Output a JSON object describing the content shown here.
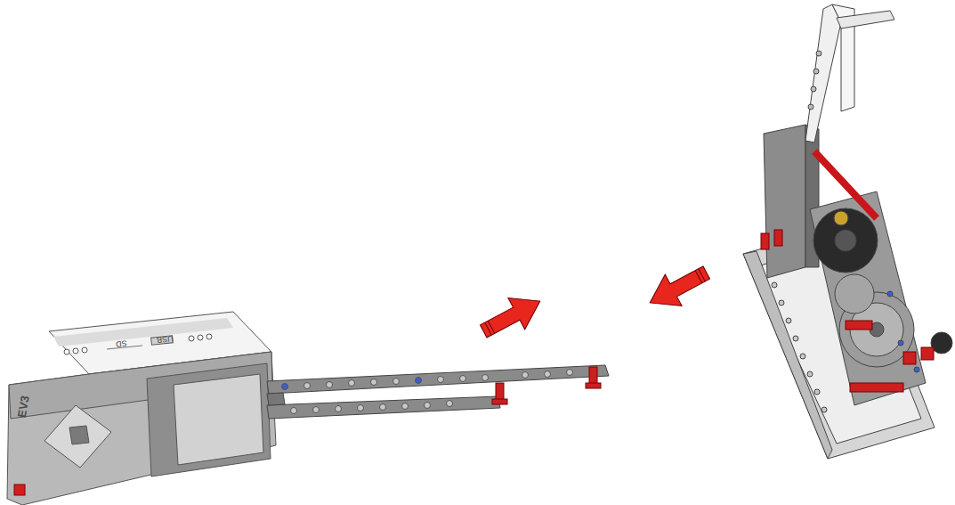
{
  "diagram": {
    "labels": [
      "EV3",
      "SD",
      "USB"
    ]
  }
}
